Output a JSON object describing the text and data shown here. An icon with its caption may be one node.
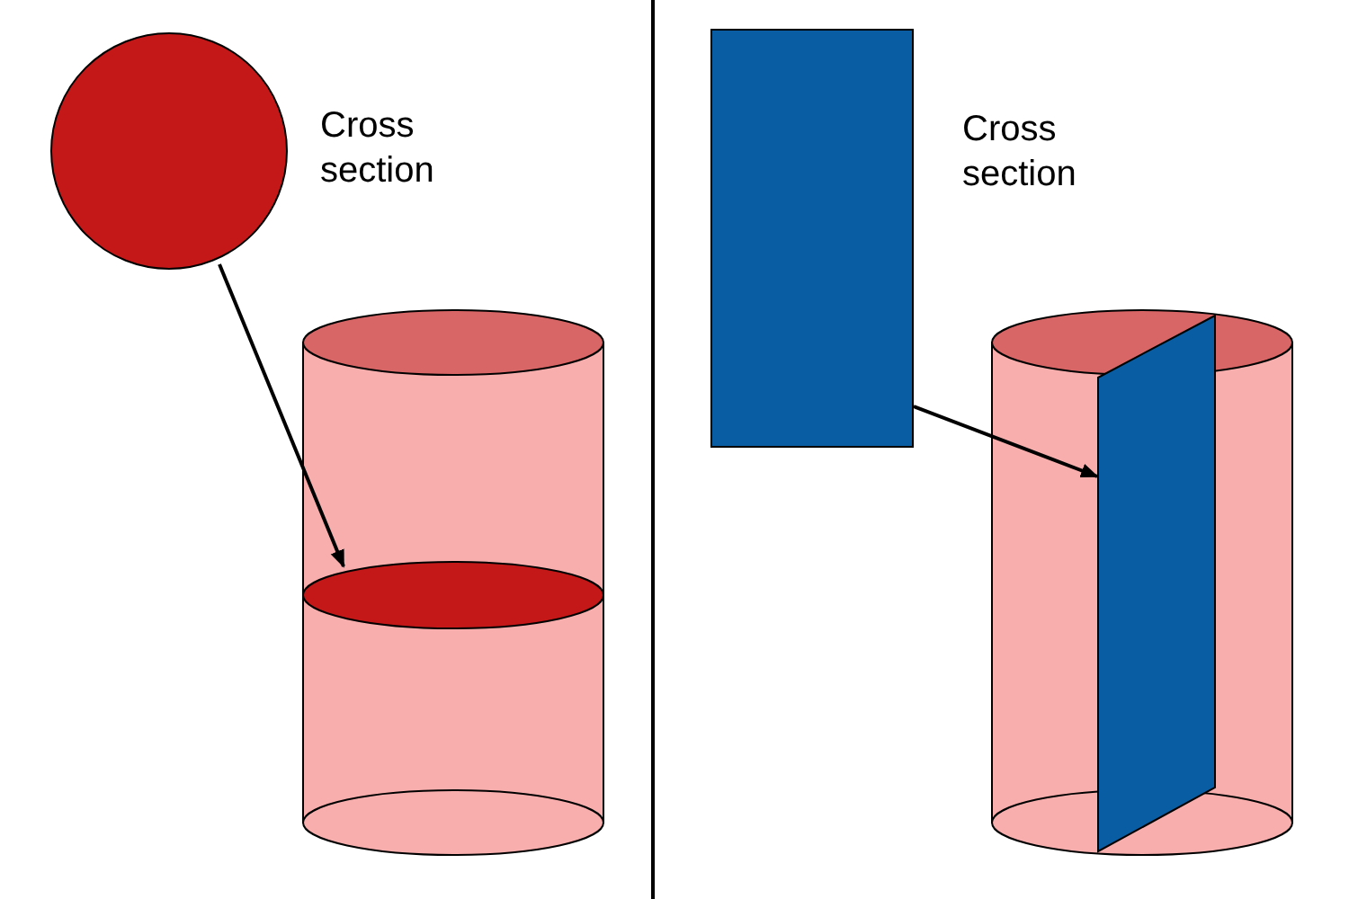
{
  "diagram": {
    "nodes": [
      {
        "text": [],
        "shape": "circle",
        "beside": [
          "Cross section"
        ]
      },
      {
        "text": [],
        "shape": "cylinder"
      },
      {
        "text": [],
        "shape": "ellipse",
        "in": 1
      },
      {
        "text": [],
        "shape": "box",
        "beside": [
          "Cross section"
        ]
      },
      {
        "text": [],
        "shape": "cylinder"
      },
      {
        "text": [],
        "shape": "parallelogram",
        "in": 4
      }
    ],
    "edges": [
      {
        "from": 0,
        "to": 2,
        "arrow": "to"
      },
      {
        "from": 3,
        "to": 5,
        "arrow": "to"
      }
    ]
  }
}
